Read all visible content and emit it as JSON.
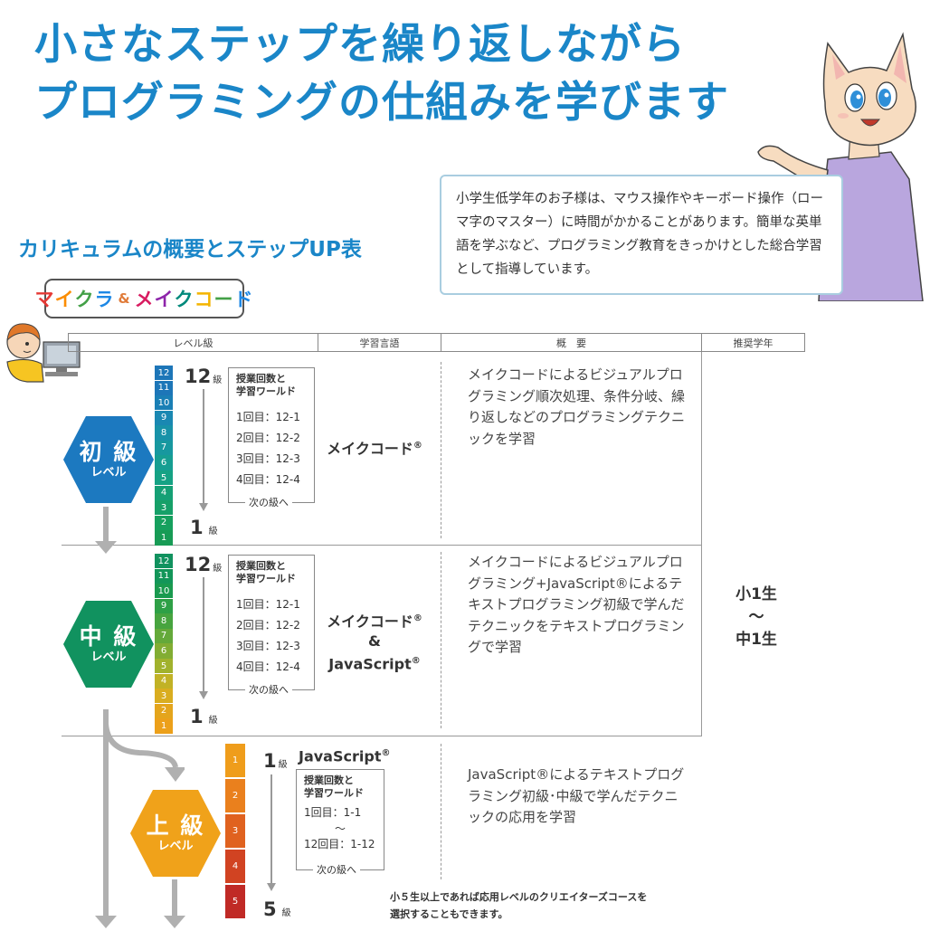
{
  "hero": {
    "line1": "小さなステップを繰り返しながら",
    "line2": "プログラミングの仕組みを学びます"
  },
  "speech": {
    "text": "小学生低学年のお子様は、マウス操作やキーボード操作（ローマ字のマスター）に時間がかかることがあります。簡単な英単語を学ぶなど、プログラミング教育をきっかけとした総合学習として指導しています。"
  },
  "subtitle": "カリキュラムの概要とステップUP表",
  "badge": {
    "part1": [
      "マ",
      "イ",
      "ク",
      "ラ"
    ],
    "amp": "&",
    "part2": [
      "メ",
      "イ",
      "ク",
      "コ",
      "ー",
      "ド"
    ]
  },
  "table_header": {
    "level": "レベル級",
    "language": "学習言語",
    "summary": "概　要",
    "grade": "推奨学年"
  },
  "sections": {
    "beginner": {
      "big": "初 級",
      "small": "レベル",
      "top": "12",
      "bottom": "1",
      "kyu": "級",
      "lesson_head1": "授業回数と",
      "lesson_head2": "学習ワールド",
      "lessons": [
        "1回目：12-1",
        "2回目：12-2",
        "3回目：12-3",
        "4回目：12-4"
      ],
      "next": "次の級へ",
      "lang1": "メイクコード",
      "reg": "®",
      "desc": "メイクコードによるビジュアルプログラミング順次処理、条件分岐、繰り返しなどのプログラミングテクニックを学習"
    },
    "intermediate": {
      "big": "中 級",
      "small": "レベル",
      "top": "12",
      "bottom": "1",
      "kyu": "級",
      "lesson_head1": "授業回数と",
      "lesson_head2": "学習ワールド",
      "lessons": [
        "1回目：12-1",
        "2回目：12-2",
        "3回目：12-3",
        "4回目：12-4"
      ],
      "next": "次の級へ",
      "lang1": "メイクコード",
      "amp": "&",
      "lang2": "JavaScript",
      "reg": "®",
      "desc": "メイクコードによるビジュアルプログラミング+JavaScript®によるテキストプログラミング初級で学んだテクニックをテキストプログラミングで学習"
    },
    "advanced": {
      "big": "上 級",
      "small": "レベル",
      "top": "1",
      "bottom": "5",
      "kyu": "級",
      "lang": "JavaScript",
      "reg": "®",
      "lesson_head1": "授業回数と",
      "lesson_head2": "学習ワールド",
      "lessons": [
        "1回目：1-1",
        "～",
        "12回目：1-12"
      ],
      "next": "次の級へ",
      "desc": "JavaScript®によるテキストプログラミング初級･中級で学んだテクニックの応用を学習"
    }
  },
  "grade": {
    "from": "小1生",
    "tilde": "～",
    "to": "中1生"
  },
  "note": {
    "line1": "小５生以上であれば応用レベルのクリエイターズコースを",
    "line2": "選択することもできます。"
  },
  "colors": {
    "brand_blue": "#1a86c8",
    "beginner_hex": "#1c79c0",
    "intermediate_hex": "#11925f",
    "advanced_hex": "#f0a21a",
    "beginner_levels": [
      "#1d76b8",
      "#1d76b8",
      "#1a7fb5",
      "#1a88b2",
      "#1892a8",
      "#17989f",
      "#169e92",
      "#15a284",
      "#15a075",
      "#16a068",
      "#16a05e",
      "#179b55"
    ],
    "intermediate_levels": [
      "#11925f",
      "#139659",
      "#1a9a4f",
      "#2ea046",
      "#47a43f",
      "#64a93a",
      "#82ad33",
      "#a1b22d",
      "#c1b226",
      "#d9ad20",
      "#e4a51c",
      "#eca01a"
    ],
    "advanced_levels": [
      "#ef9d1b",
      "#ea801d",
      "#e0621f",
      "#d14322",
      "#c02a26"
    ]
  }
}
